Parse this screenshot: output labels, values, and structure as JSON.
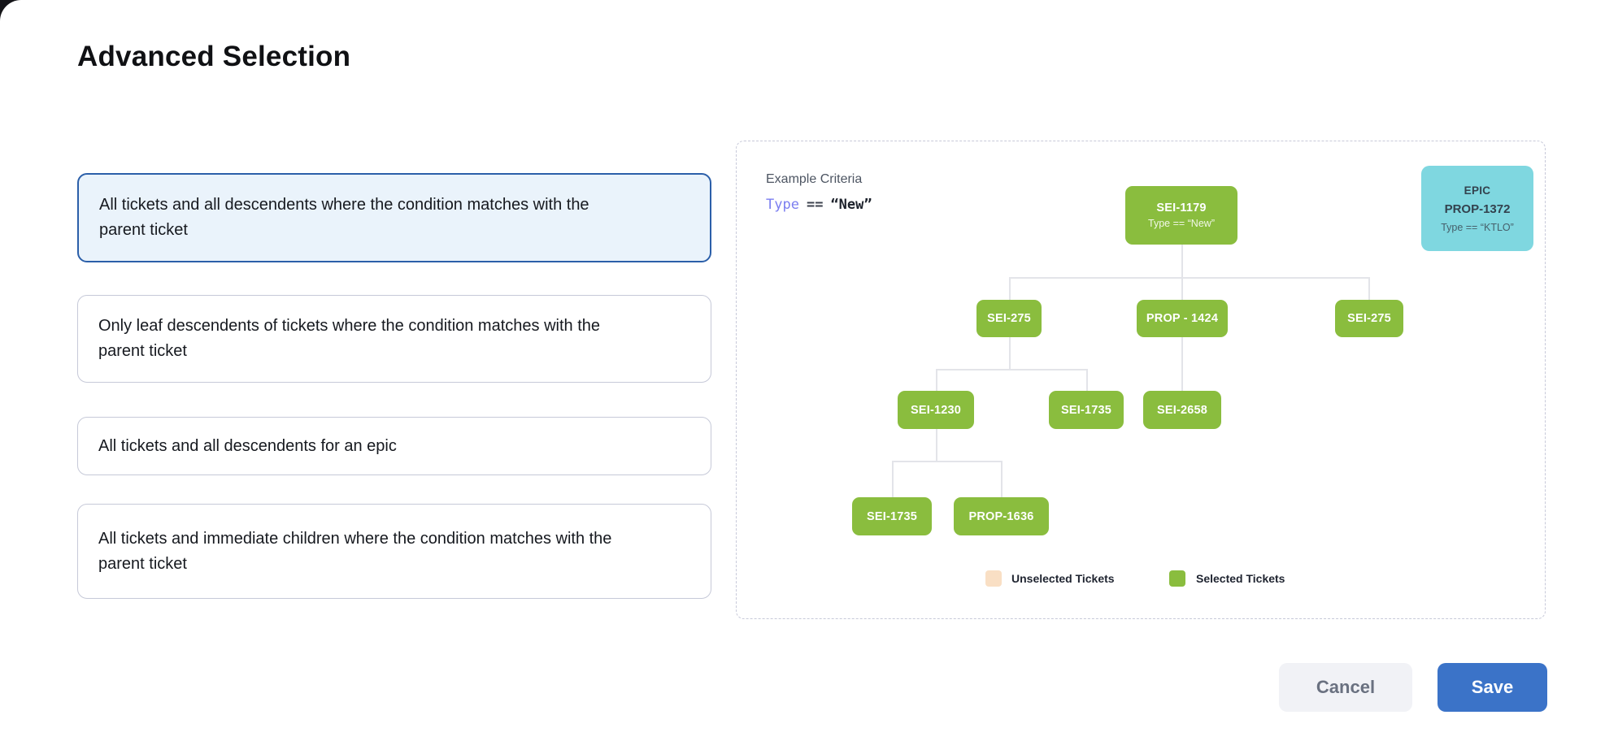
{
  "page": {
    "title": "Advanced Selection"
  },
  "options": [
    {
      "label": "All tickets and all descendents where the condition matches with the parent ticket",
      "selected": true
    },
    {
      "label": "Only leaf descendents of tickets where the condition matches with the parent ticket",
      "selected": false
    },
    {
      "label": "All tickets and all descendents for an epic",
      "selected": false
    },
    {
      "label": "All tickets and immediate children where the condition matches with the parent ticket",
      "selected": false
    }
  ],
  "preview": {
    "criteria_label": "Example Criteria",
    "criteria": {
      "field": "Type",
      "operator": "==",
      "value": "“New”"
    },
    "epic_card": {
      "type_label": "EPIC",
      "ticket_id": "PROP-1372",
      "criteria": "Type == “KTLO”"
    },
    "tree_nodes": [
      {
        "label": "SEI-1179",
        "criteria": "Type == “New”",
        "parent": null
      },
      {
        "label": "SEI-275",
        "parent": 0
      },
      {
        "label": "PROP - 1424",
        "parent": 0
      },
      {
        "label": "SEI-275",
        "parent": 0
      },
      {
        "label": "SEI-1230",
        "parent": 1
      },
      {
        "label": "SEI-1735",
        "parent": 1
      },
      {
        "label": "SEI-2658",
        "parent": 2
      },
      {
        "label": "SEI-1735",
        "parent": 4
      },
      {
        "label": "PROP-1636",
        "parent": 4
      }
    ],
    "legend": [
      {
        "label": "Unselected Tickets",
        "color": "#F9DFC4"
      },
      {
        "label": "Selected Tickets",
        "color": "#8ABD3E"
      }
    ]
  },
  "footer": {
    "cancel_label": "Cancel",
    "save_label": "Save"
  },
  "colors": {
    "selected_card_border": "#2B5FA9",
    "selected_card_bg": "#EAF3FB",
    "node_green": "#8ABD3E",
    "epic_teal": "#7FD7E0",
    "save_button_blue": "#3B73C8",
    "unselected_swatch": "#F9DFC4",
    "criteria_field_color": "#7B7EF0"
  }
}
